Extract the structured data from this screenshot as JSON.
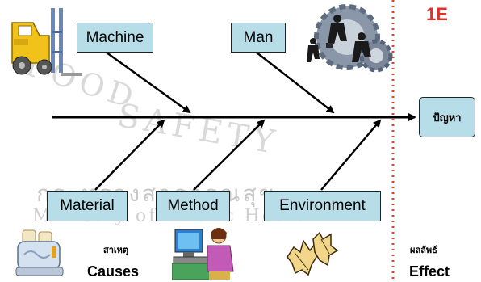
{
  "watermark": {
    "line1": "FOOD",
    "line2": "SAFETY",
    "line3": "กระทรวงสาธารณสุข",
    "line4": "Ministry of Public Health"
  },
  "corner_label": "1E",
  "effect_box": "ปัญหา",
  "causes": {
    "machine": "Machine",
    "man": "Man",
    "material": "Material",
    "method": "Method",
    "environment": "Environment"
  },
  "footer": {
    "causes_thai": "สาเหตุ",
    "causes_en": "Causes",
    "effect_thai": "ผลลัพธ์",
    "effect_en": "Effect"
  },
  "colors": {
    "box_fill": "#b7dde8",
    "accent_red": "#e0322a",
    "dotted_line": "#e8402a"
  },
  "icons": [
    "forklift-icon",
    "business-people-gears-icon",
    "toaster-icon",
    "computer-user-icon",
    "leaves-icon"
  ]
}
